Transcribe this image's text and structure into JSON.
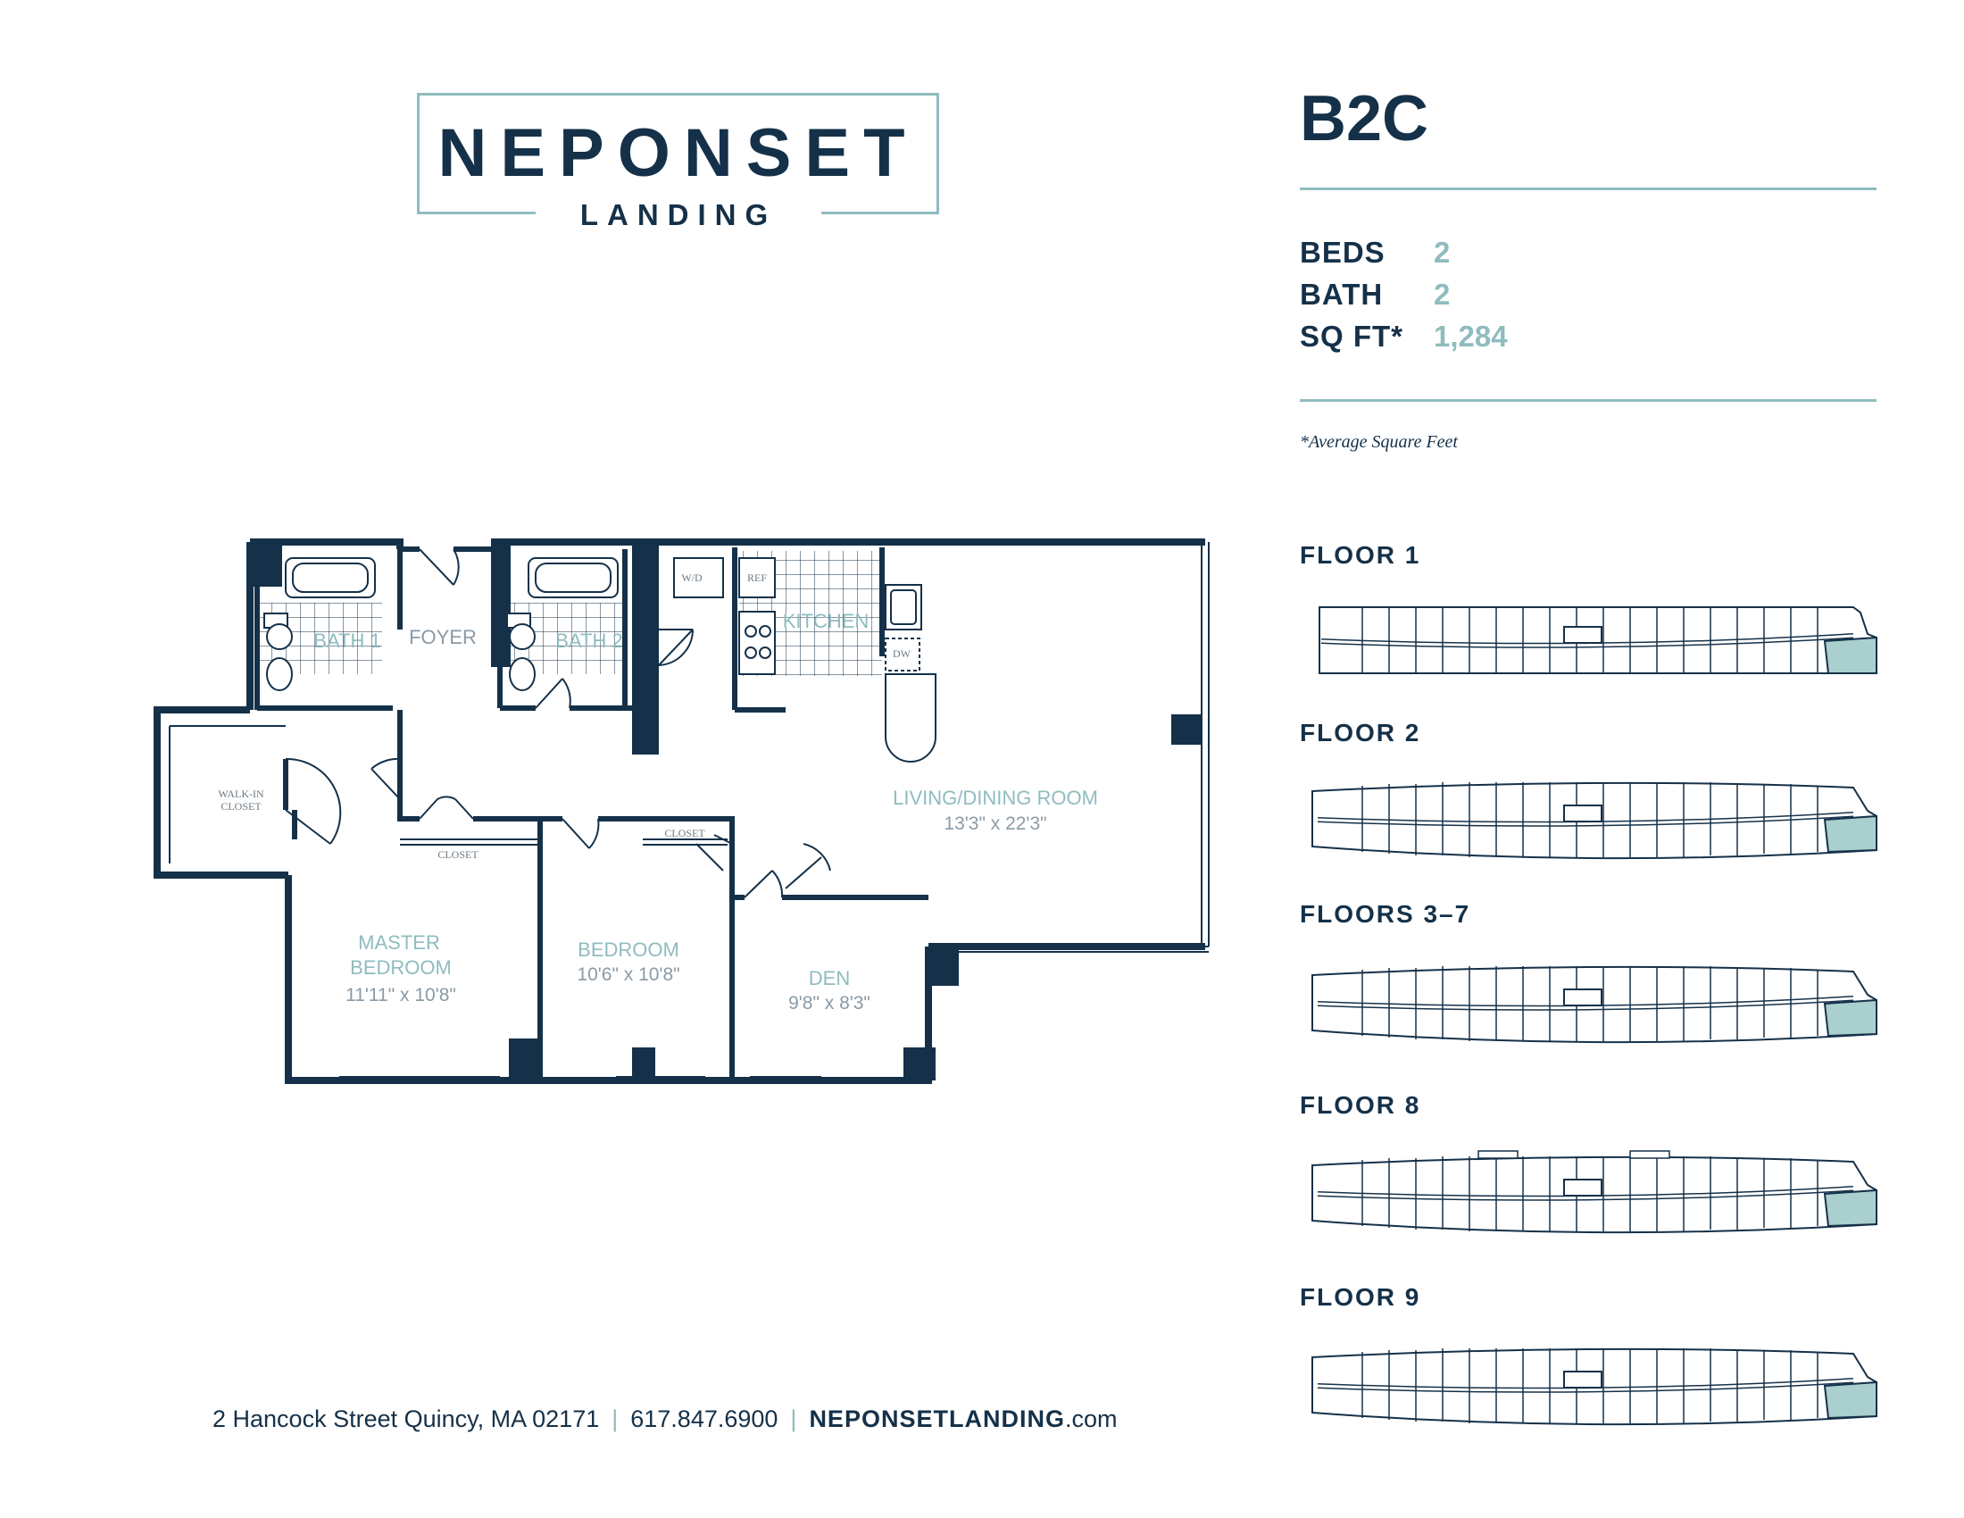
{
  "logo": {
    "main": "NEPONSET",
    "sub": "LANDING"
  },
  "unit": {
    "code": "B2C",
    "specs": [
      {
        "label": "BEDS",
        "value": "2"
      },
      {
        "label": "BATH",
        "value": "2"
      },
      {
        "label": "SQ FT*",
        "value": "1,284"
      }
    ],
    "footnote": "*Average Square Feet"
  },
  "floors": [
    {
      "label": "FLOOR 1"
    },
    {
      "label": "FLOOR 2"
    },
    {
      "label": "FLOORS 3–7"
    },
    {
      "label": "FLOOR 8"
    },
    {
      "label": "FLOOR 9"
    }
  ],
  "plan": {
    "rooms": {
      "bath1": "BATH 1",
      "foyer": "FOYER",
      "bath2": "BATH 2",
      "wd": "W/D",
      "ref": "REF",
      "kitchen": "KITCHEN",
      "dw": "DW",
      "walkin_line1": "WALK-IN",
      "walkin_line2": "CLOSET",
      "closet_master": "CLOSET",
      "closet_bed": "CLOSET",
      "living": "LIVING/DINING ROOM",
      "living_dim": "13'3\" x 22'3\"",
      "master_line1": "MASTER",
      "master_line2": "BEDROOM",
      "master_dim": "11'11\" x 10'8\"",
      "bedroom": "BEDROOM",
      "bedroom_dim": "10'6\" x 10'8\"",
      "den": "DEN",
      "den_dim": "9'8\" x 8'3\""
    }
  },
  "footer": {
    "address": "2 Hancock Street Quincy, MA 02171",
    "separator": "|",
    "phone": "617.847.6900",
    "website_bold": "NEPONSETLANDING",
    "website_suffix": ".com"
  },
  "colors": {
    "navy": "#153149",
    "teal": "#8fbcbf",
    "highlight": "#a9cfcf"
  }
}
